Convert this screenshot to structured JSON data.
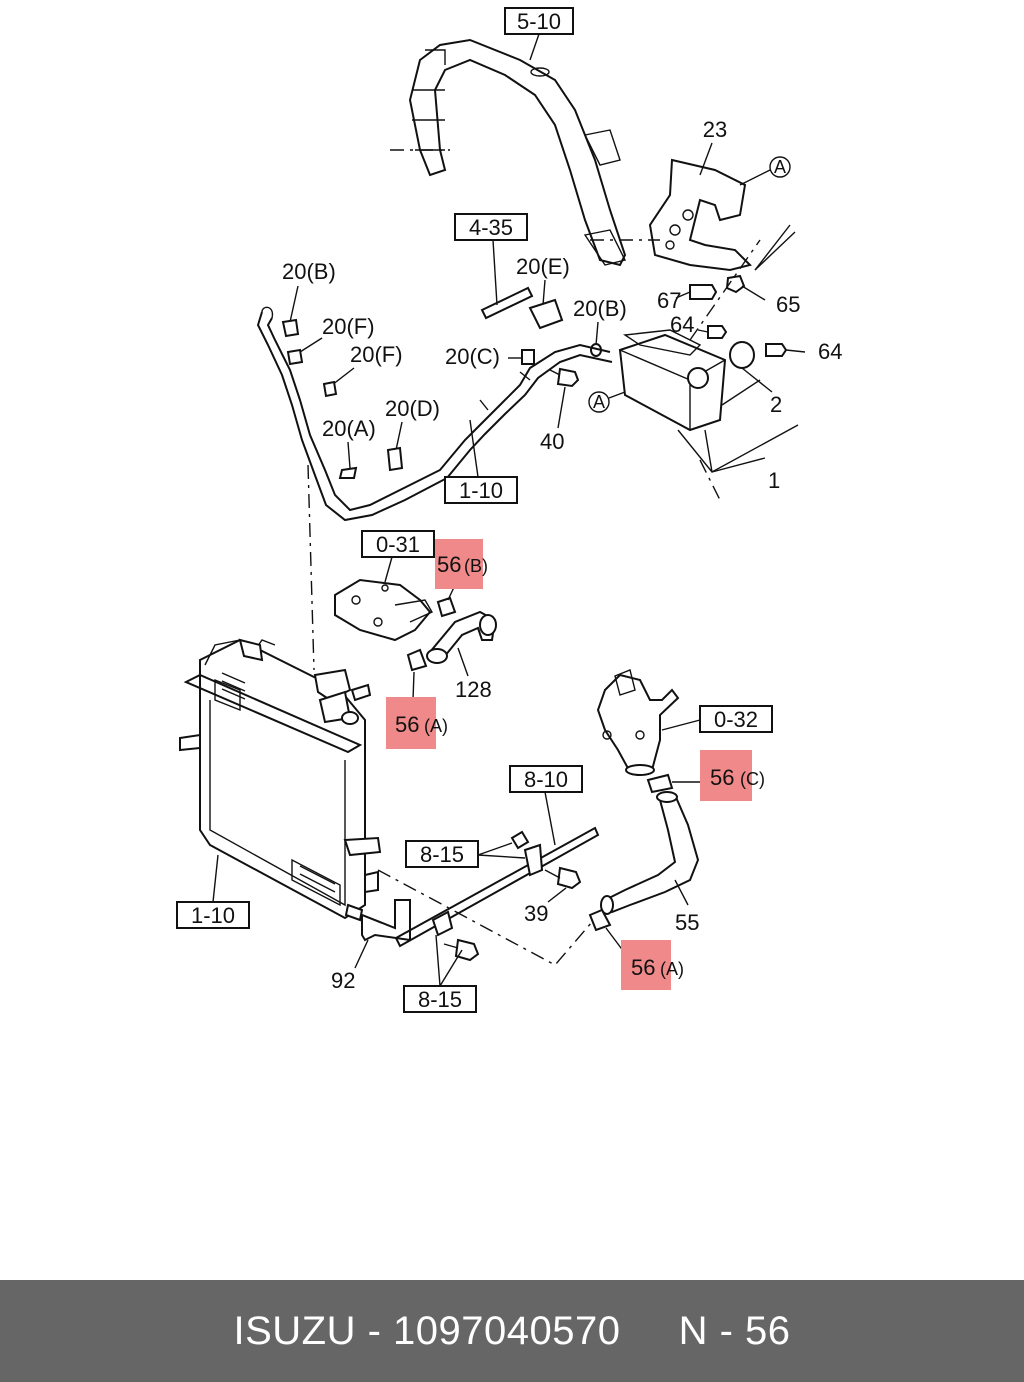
{
  "diagram": {
    "refs": {
      "r510": "5-10",
      "r435": "4-35",
      "r110a": "1-10",
      "r110b": "1-10",
      "r031": "0-31",
      "r032": "0-32",
      "r810": "8-10",
      "r815a": "8-15",
      "r815b": "8-15"
    },
    "labels": {
      "p23": "23",
      "p20B1": "20(B)",
      "p20E": "20(E)",
      "p20B2": "20(B)",
      "p67": "67",
      "p65": "65",
      "p64a": "64",
      "p64b": "64",
      "p20F1": "20(F)",
      "p20F2": "20(F)",
      "p20C": "20(C)",
      "p20D": "20(D)",
      "p20A": "20(A)",
      "p40": "40",
      "p2": "2",
      "p1": "1",
      "p128": "128",
      "p39": "39",
      "p55": "55",
      "p92": "92",
      "markA1": "A",
      "markA2": "A"
    },
    "highlights": {
      "h56B": {
        "num": "56",
        "suffix": "(B)"
      },
      "h56A1": {
        "num": "56",
        "suffix": "(A)"
      },
      "h56C": {
        "num": "56",
        "suffix": "(C)"
      },
      "h56A2": {
        "num": "56",
        "suffix": "(A)"
      }
    },
    "highlight_color": "#f08a8a"
  },
  "footer": {
    "text": "ISUZU - 1097040570     N - 56",
    "background": "#666666"
  }
}
